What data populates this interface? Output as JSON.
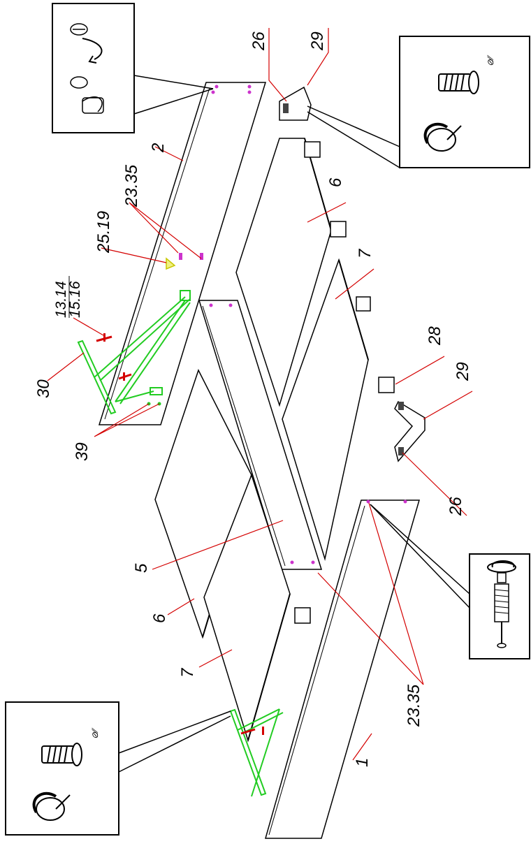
{
  "diagram": {
    "type": "exploded assembly drawing",
    "part_labels": {
      "p1": "1",
      "p2": "2",
      "p5": "5",
      "p6a": "6",
      "p6b": "6",
      "p7a": "7",
      "p7b": "7",
      "p23a": "23.35",
      "p23b": "23.35",
      "p25": "25.19",
      "p13": "13.14",
      "p15": "15.16",
      "p26a": "26",
      "p26b": "26",
      "p28": "28",
      "p29a": "29",
      "p29b": "29",
      "p30": "30",
      "p39": "39"
    },
    "colors": {
      "outline": "#000000",
      "leader": "#d40000",
      "frame": "#22cc22",
      "hardware": "#cc33cc",
      "bracket": "#c8c800"
    },
    "insets": [
      "cam-lock-detail",
      "screw-detail-top",
      "dowel-detail",
      "screw-detail-bottom"
    ]
  }
}
